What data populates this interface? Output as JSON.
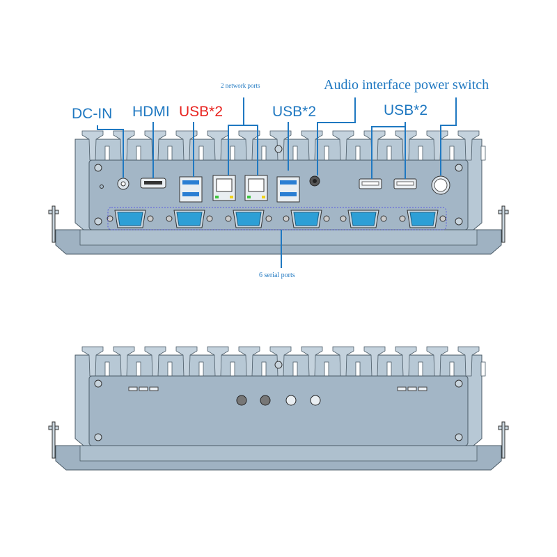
{
  "labels": {
    "dc_in": "DC-IN",
    "hdmi": "HDMI",
    "usb_front": "USB*2",
    "network": "2 network ports",
    "usb_middle": "USB*2",
    "audio_power": "Audio interface power switch",
    "usb_right": "USB*2",
    "serial": "6 serial ports"
  },
  "colors": {
    "label_blue": "#1f78c1",
    "label_red": "#e8231f",
    "chassis": "#a9bccb",
    "serial_port": "#2d9fd6"
  }
}
